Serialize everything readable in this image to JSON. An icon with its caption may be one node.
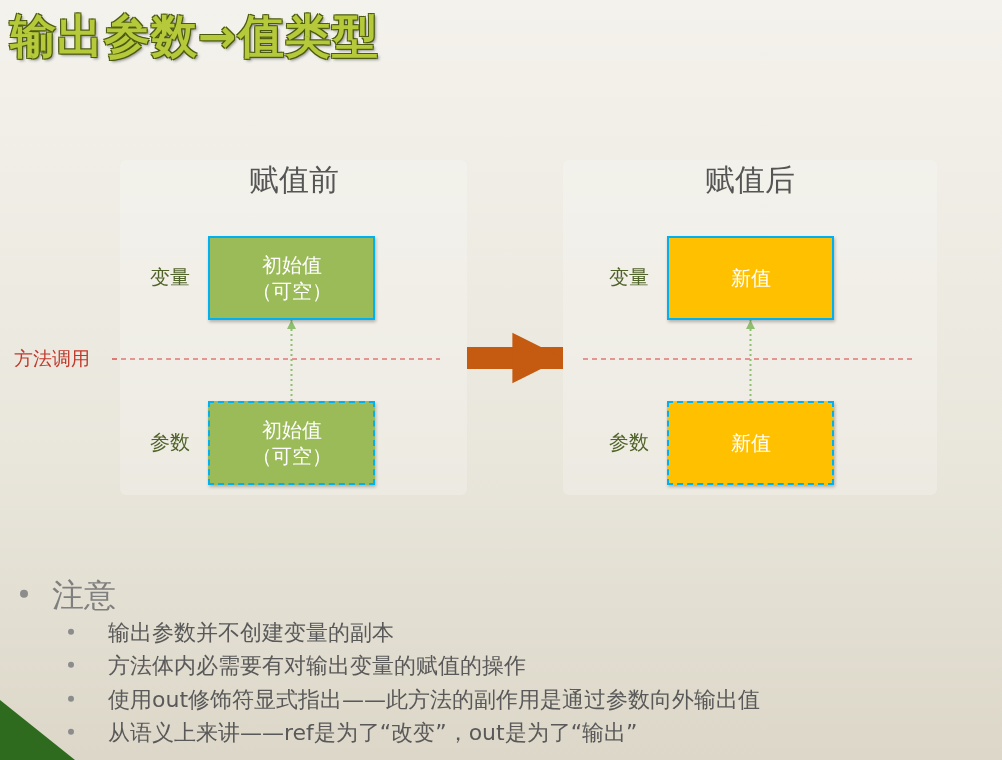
{
  "diagram": {
    "title": "输出参数→值类型",
    "nodes": [
      {
        "text": [
          "赋值前"
        ]
      },
      {
        "text": [
          "初始值（可空）"
        ],
        "in": 0,
        "beside": [
          "变量"
        ]
      },
      {
        "text": [
          "初始值（可空）"
        ],
        "in": 0,
        "beside": [
          "参数"
        ]
      },
      {
        "text": [
          "赋值后"
        ]
      },
      {
        "text": [
          "新值"
        ],
        "in": 3,
        "beside": [
          "变量"
        ]
      },
      {
        "text": [
          "新值"
        ],
        "in": 3,
        "beside": [
          "参数"
        ]
      }
    ],
    "edges": [
      {
        "from": 2,
        "to": 1,
        "arrow": "to",
        "style": "dashed"
      },
      {
        "from": 0,
        "to": 3,
        "arrow": "to",
        "style": "thick",
        "color": "#c55a11"
      },
      {
        "from": 5,
        "to": 4,
        "arrow": "to",
        "style": "dashed"
      }
    ],
    "labels": [
      "方法调用",
      "注意",
      "输出参数并不创建变量的副本",
      "方法体内必需要有对输出变量的赋值的操作",
      "使用out修饰符显式指出——此方法的副作用是通过参数向外输出值",
      "从语义上来讲——ref是为了“改变”，out是为了“输出”"
    ]
  }
}
